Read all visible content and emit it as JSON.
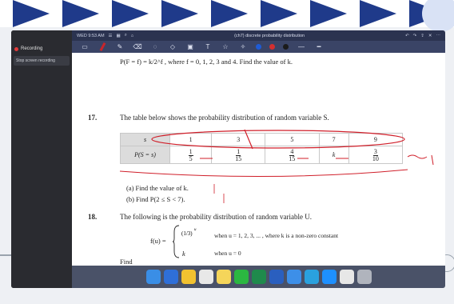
{
  "banner": {
    "arrow_color": "#1f3a8a",
    "arrow_count": 9
  },
  "mac": {
    "recording_label": "Recording",
    "recording_item": "Stop screen recording"
  },
  "app": {
    "title_left": "WED 9:53 AM",
    "document_title": "(ch7) discrete probability distribution",
    "toolbar_icons": [
      "pages-icon",
      "pen-icon",
      "highlighter-icon",
      "eraser-icon",
      "lasso-icon",
      "shapes-icon",
      "image-icon",
      "text-icon",
      "sticker-icon",
      "laser-icon"
    ],
    "swatch_colors": [
      "#1e5bd6",
      "#d32f2f",
      "#1b1b1b",
      "#7d7d7d"
    ]
  },
  "pdf": {
    "intro_line": "P(F = f) = k/2^f , where f = 0, 1, 2, 3 and 4. Find the value of k.",
    "q17_num": "17.",
    "q17_text": "The table below shows the probability distribution of random variable S.",
    "table_header_s": "s",
    "table_header_p": "P(S = s)",
    "s_values": [
      "1",
      "3",
      "5",
      "7",
      "9"
    ],
    "p_values": [
      {
        "num": "1",
        "den": "5"
      },
      {
        "num": "1",
        "den": "15"
      },
      {
        "num": "4",
        "den": "15"
      },
      {
        "plain": "k"
      },
      {
        "num": "3",
        "den": "10"
      }
    ],
    "q17a": "(a)  Find the value of k.",
    "q17b": "(b)  Find P(2 ≤ S < 7).",
    "q18_num": "18.",
    "q18_text": "The following is the probability distribution of random variable U.",
    "fu_label": "f(u) =",
    "fu_case1": "when u = 1, 2, 3, ... , where k is a non-zero constant",
    "fu_case2": "when u = 0",
    "fu_k": "k",
    "find": "Find"
  },
  "dock": {
    "apps": [
      "finder-icon",
      "safari-icon",
      "messages-icon",
      "calendar-icon",
      "notes-icon",
      "whatsapp-icon",
      "excel-icon",
      "word-icon",
      "mail-icon",
      "telegram-icon",
      "appstore-icon",
      "photos-icon",
      "trash-icon"
    ]
  }
}
